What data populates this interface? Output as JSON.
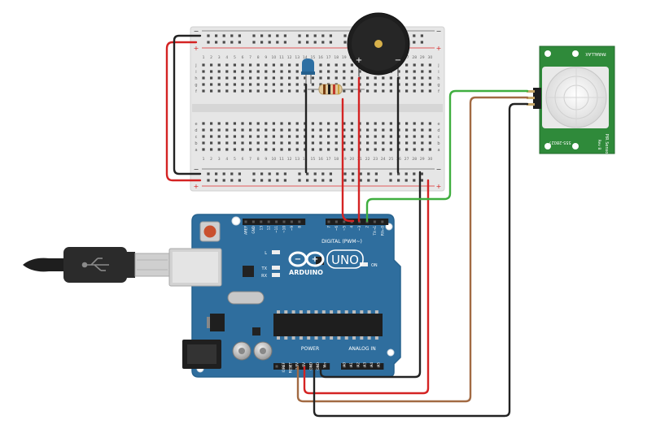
{
  "breadboard": {
    "row_numbers": [
      "1",
      "2",
      "3",
      "4",
      "5",
      "6",
      "7",
      "8",
      "9",
      "10",
      "11",
      "12",
      "13",
      "14",
      "15",
      "16",
      "17",
      "18",
      "19",
      "20",
      "21",
      "22",
      "23",
      "24",
      "25",
      "26",
      "27",
      "28",
      "29",
      "30"
    ],
    "rail_plus": "+",
    "rail_minus": "−",
    "rows_top": [
      "j",
      "i",
      "h",
      "g",
      "f"
    ],
    "rows_bottom": [
      "e",
      "d",
      "c",
      "b",
      "a"
    ]
  },
  "buzzer": {
    "plus": "+",
    "minus": "−"
  },
  "pir": {
    "brand": "PARALLAX",
    "model": "555-28027",
    "name": "PIR Sensor",
    "rev": "Rev B"
  },
  "arduino": {
    "logo_text": "ARDUINO",
    "uno_text": "UNO",
    "digital_label": "DIGITAL (PWM~)",
    "power_label": "POWER",
    "analog_label": "ANALOG IN",
    "on_label": "ON",
    "led_l": "L",
    "led_tx": "TX",
    "led_rx": "RX",
    "digital_pins": [
      "AREF",
      "GND",
      "13",
      "12",
      "~11",
      "~10",
      "~9",
      "8",
      "7",
      "~6",
      "~5",
      "4",
      "~3",
      "2",
      "TX→1",
      "RX←0"
    ],
    "power_pins": [
      "IOREF",
      "RESET",
      "3.3V",
      "5V",
      "GND",
      "GND",
      "Vin"
    ],
    "analog_pins": [
      "A0",
      "A1",
      "A2",
      "A3",
      "A4",
      "A5"
    ]
  },
  "colors": {
    "board_blue": "#2f6e9e",
    "breadboard": "#e6e6e6",
    "wire_red": "#d42323",
    "wire_black": "#222222",
    "wire_green": "#3fae3f",
    "wire_brown": "#a26a43",
    "pir_green": "#2f8a3a"
  }
}
